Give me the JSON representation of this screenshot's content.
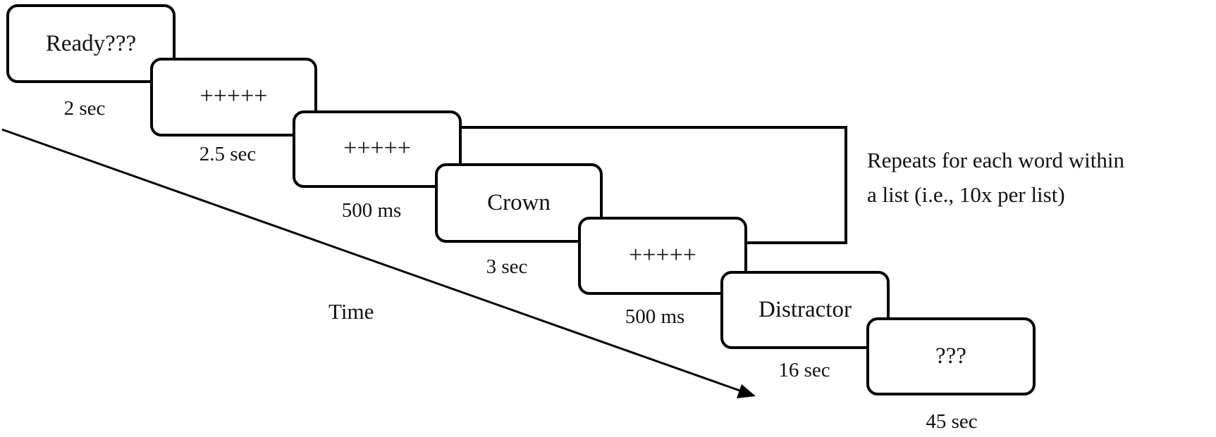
{
  "screens": [
    {
      "text": "Ready???",
      "duration": "2 sec"
    },
    {
      "text": "+++++",
      "duration": "2.5 sec"
    },
    {
      "text": "+++++",
      "duration": "500 ms"
    },
    {
      "text": "Crown",
      "duration": "3 sec"
    },
    {
      "text": "+++++",
      "duration": "500 ms"
    },
    {
      "text": "Distractor",
      "duration": "16 sec"
    },
    {
      "text": "???",
      "duration": "45 sec"
    }
  ],
  "repeat_note": {
    "line1": "Repeats for each word within",
    "line2": "a list (i.e., 10x per list)"
  },
  "time_label": "Time"
}
